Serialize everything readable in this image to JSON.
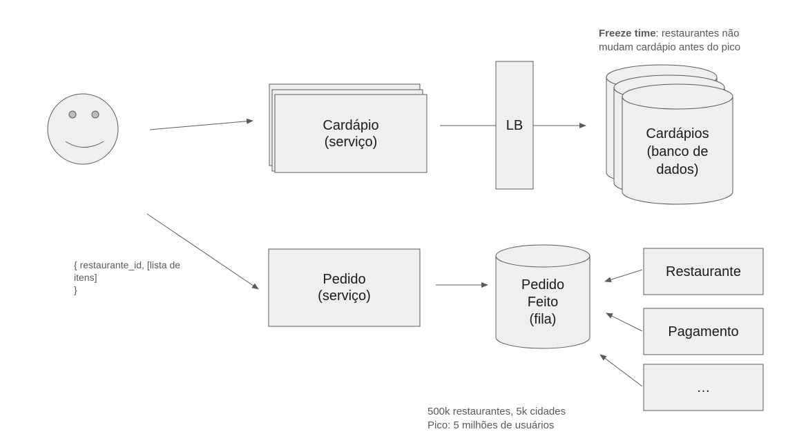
{
  "nodes": {
    "cardapio_service": {
      "line1": "Cardápio",
      "line2": "(serviço)"
    },
    "lb": {
      "label": "LB"
    },
    "cardapios_db": {
      "line1": "Cardápios",
      "line2": "(banco de",
      "line3": "dados)"
    },
    "pedido_service": {
      "line1": "Pedido",
      "line2": "(serviço)"
    },
    "pedido_feito_queue": {
      "line1": "Pedido",
      "line2": "Feito",
      "line3": "(fila)"
    },
    "restaurante": {
      "label": "Restaurante"
    },
    "pagamento": {
      "label": "Pagamento"
    },
    "ellipsis": {
      "label": "…"
    }
  },
  "notes": {
    "freeze_bold": "Freeze time",
    "freeze_rest": ": restaurantes não",
    "freeze_line2": "mudam cardápio antes do pico",
    "payload_line1": "{ restaurante_id, [lista de",
    "payload_line2": "itens]",
    "payload_line3": "}",
    "stats_line1": "500k restaurantes, 5k cidades",
    "stats_line2": "Pico: 5 milhões de usuários"
  },
  "colors": {
    "box_fill": "#efefef",
    "stroke": "#595959",
    "text": "#1a1a1a",
    "note_text": "#595959"
  }
}
